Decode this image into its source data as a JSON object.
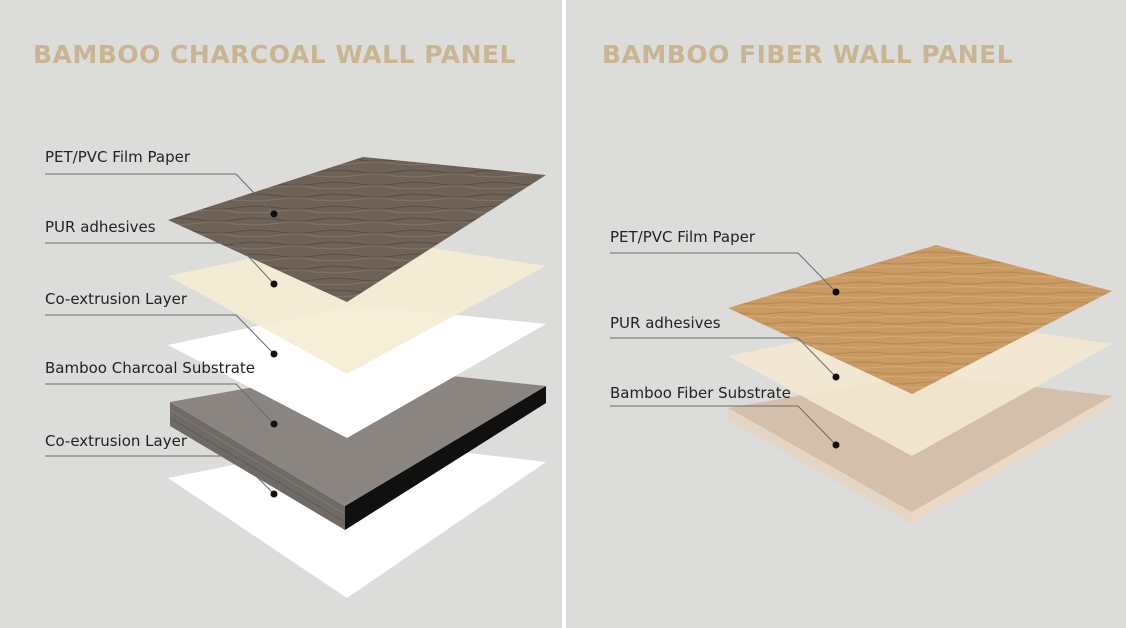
{
  "left": {
    "title": "BAMBOO CHARCOAL WALL PANEL",
    "labels": [
      "PET/PVC Film Paper",
      "PUR adhesives",
      "Co-extrusion Layer",
      "Bamboo Charcoal Substrate",
      "Co-extrusion Layer"
    ]
  },
  "right": {
    "title": "BAMBOO FIBER WALL PANEL",
    "labels": [
      "PET/PVC Film Paper",
      "PUR adhesives",
      "Bamboo Fiber Substrate"
    ]
  },
  "colors": {
    "background": "#dcdcdb",
    "divider": "#ffffff",
    "title": "#c9b592",
    "dark_wood": "#6e6157",
    "light_wood": "#c99a62",
    "charcoal_substrate": "#8a8580",
    "fiber_substrate": "#d2bda6",
    "adhesive": "#f5ecd3",
    "coextrusion": "#ffffff"
  }
}
